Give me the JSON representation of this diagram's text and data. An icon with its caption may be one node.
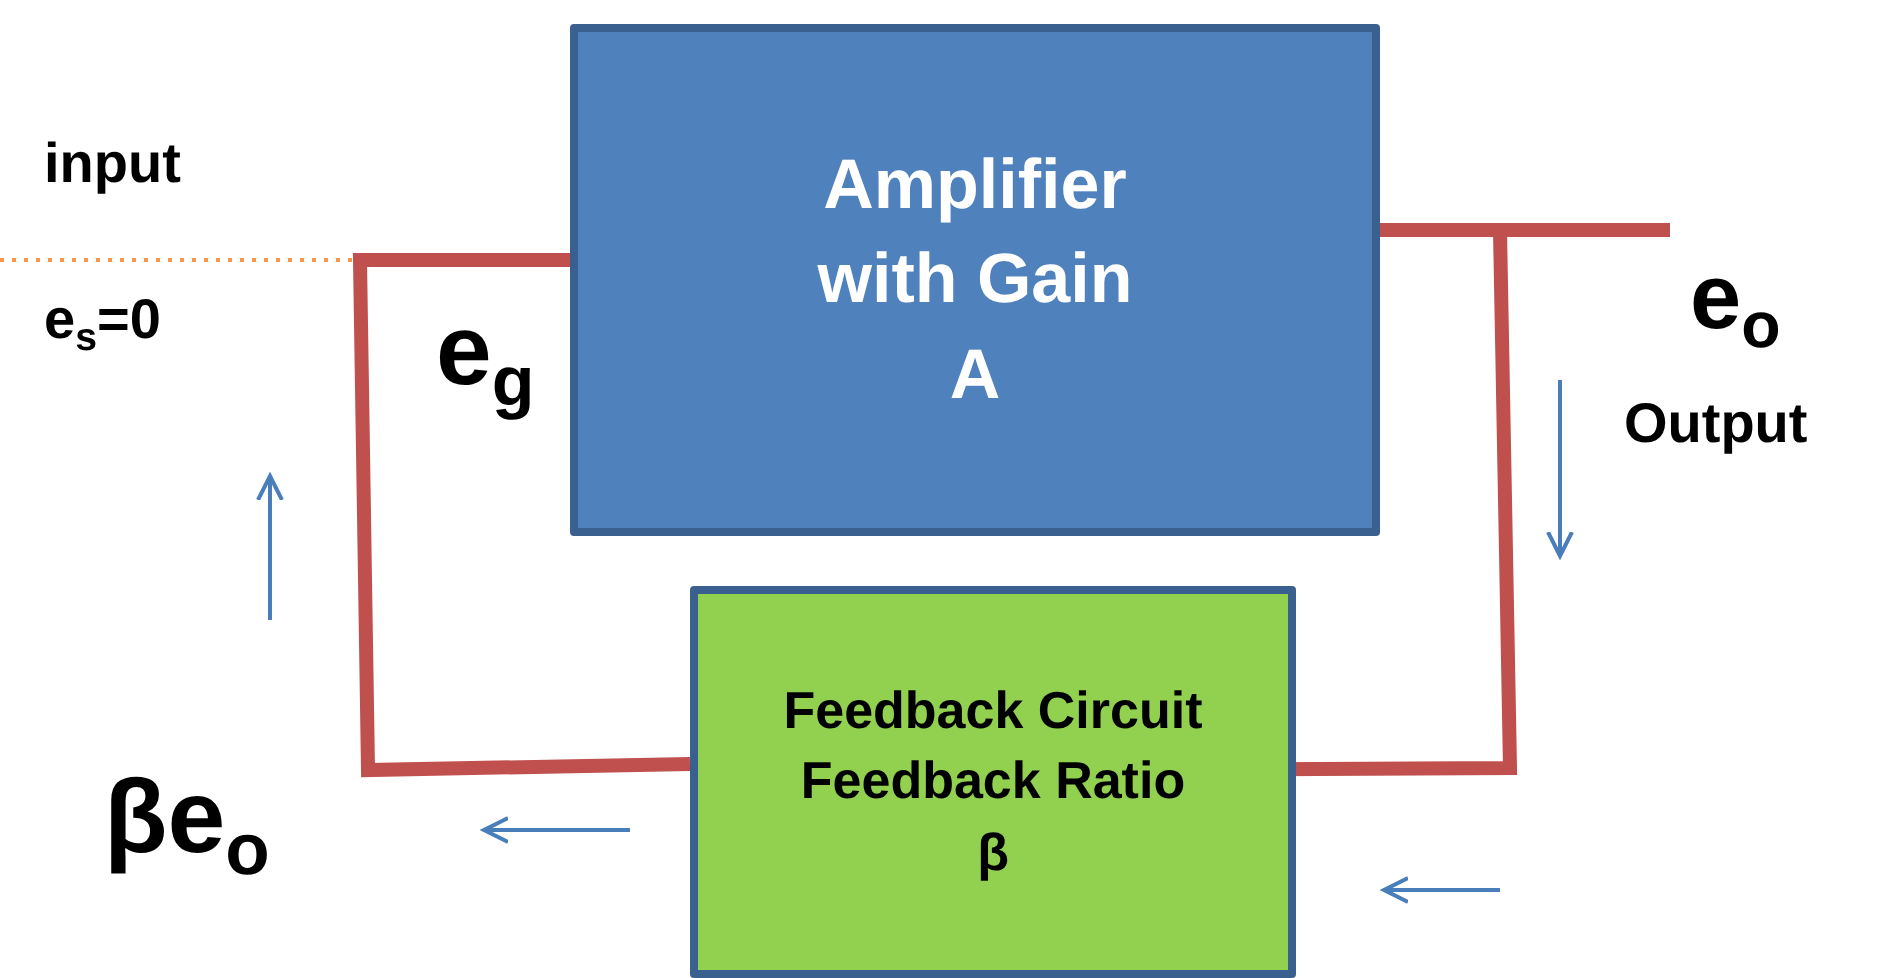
{
  "diagram": {
    "nodes": [
      {
        "text": [
          "Amplifier with Gain A"
        ]
      },
      {
        "text": [
          "Feedback Circuit",
          "Feedback Ratio",
          "β"
        ]
      }
    ],
    "edges": [
      {
        "from": 0,
        "to": 1,
        "arrow": "none"
      },
      {
        "from": 1,
        "to": 0,
        "arrow": "none"
      },
      {
        "from": 0,
        "to": null,
        "arrow": "none"
      },
      {
        "from": null,
        "to": 0,
        "arrow": "none",
        "style": "dashed",
        "color": "#f79646"
      }
    ],
    "labels": [
      "input",
      "e$_{s}$=0",
      "e$_{g}$",
      "e$_{o}$",
      "Output",
      "βe$_{o}$"
    ]
  }
}
